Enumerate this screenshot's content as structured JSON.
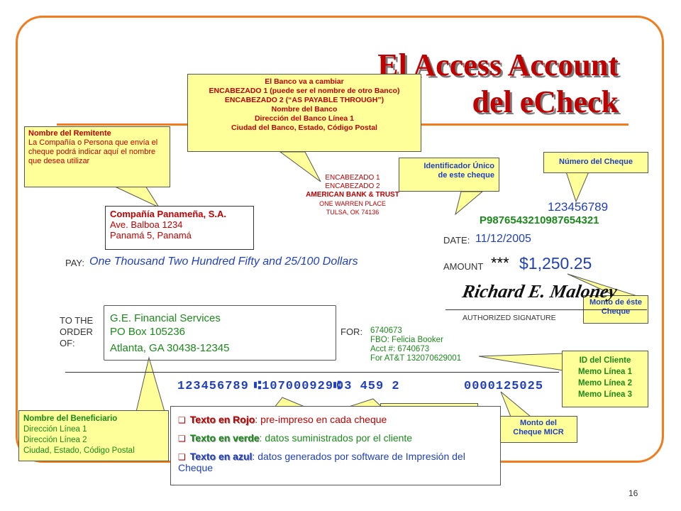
{
  "slide": {
    "title_line1": "El Access Account",
    "title_line2": "del eCheck",
    "page_number": "16"
  },
  "callouts": {
    "bank": {
      "lines": [
        "El Banco va a cambiar",
        "ENCABEZADO 1 (puede ser el nombre de otro Banco)",
        "ENCABEZADO 2 (“AS PAYABLE THROUGH”)",
        "Nombre del Banco",
        "Dirección del Banco Línea 1",
        "Ciudad del Banco, Estado, Código Postal"
      ]
    },
    "remitente": {
      "heading": "Nombre del Remitente",
      "body": "La Compañía o Persona que envía el cheque podrá indicar aquí el nombre que desea utilizar"
    },
    "identificador": {
      "line1": "Identificador Único",
      "line2": "de este cheque"
    },
    "numero_cheque": {
      "label": "Número del Cheque"
    },
    "monto": {
      "line1": "Monto de éste",
      "line2": "Cheque"
    },
    "cliente": {
      "lines": [
        "ID del Cliente",
        "Memo Línea 1",
        "Memo Línea 2",
        "Memo Línea 3"
      ]
    },
    "beneficiario": {
      "heading": "Nombre del Beneficiario",
      "lines": [
        "Dirección Línea 1",
        "Dirección Línea 2",
        "Ciudad, Estado, Código Postal"
      ]
    },
    "micr_amount": {
      "line1": "Monto del",
      "line2": "Cheque MICR"
    }
  },
  "check": {
    "header": {
      "line1": "ENCABEZADO 1",
      "line2": "ENCABEZADO 2",
      "bank_name": "AMERICAN BANK & TRUST",
      "address1": "ONE WARREN PLACE",
      "address2": "TULSA, OK 74136"
    },
    "check_number": "123456789",
    "unique_id": "P9876543210987654321",
    "date_label": "DATE:",
    "date": "11/12/2005",
    "pay_label": "PAY:",
    "pay_amount_words": "One Thousand Two Hundred Fifty and 25/100 Dollars",
    "amount_label": "AMOUNT",
    "amount_stars": "***",
    "amount": "$1,250.25",
    "authorized_signature": "AUTHORIZED SIGNATURE",
    "signature_text": "Richard E. Maloney",
    "remitter": {
      "name": "Compañía Panameña, S.A.",
      "address1": "Ave. Balboa 1234",
      "address2": "Panamá 5, Panamá"
    },
    "order_label": [
      "TO THE",
      "ORDER",
      "OF:"
    ],
    "payee": {
      "name": "G.E. Financial Services",
      "address1": "PO Box 105236",
      "address2": "Atlanta, GA 30438-12345"
    },
    "for_label": "FOR:",
    "memo": [
      "6740673",
      "FBO: Felicia Booker",
      "Acct #: 6740673",
      "For AT&T 132070629001"
    ],
    "micr": {
      "check_number": "123456789",
      "routing": "⑆107000929⑆",
      "account": "03  459  2",
      "amount": "0000125025"
    }
  },
  "legend": {
    "red_label": "Texto en Rojo",
    "red_desc": ": pre-impreso en cada cheque",
    "green_label": "Texto en verde",
    "green_desc": ": datos suministrados por el cliente",
    "blue_label": "Texto en azul",
    "blue_desc": ": datos generados por software de Impresión del Cheque"
  },
  "colors": {
    "frame": "#f07c1e",
    "title": "#c00000",
    "callout_fill": "#ffff99",
    "preprinted": "#c00000",
    "customer_data": "#1a8a1a",
    "software_data": "#1f3fbf"
  }
}
